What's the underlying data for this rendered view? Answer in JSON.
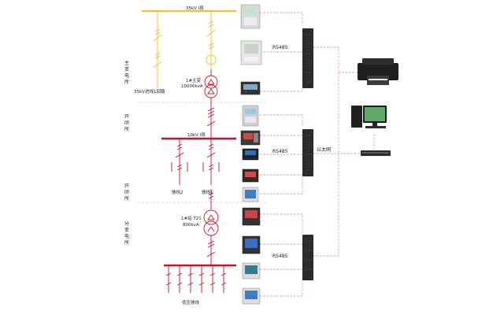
{
  "labels": {
    "bus_35kv": "35kV Ⅰ段",
    "incoming_line": "35kV进线1回路",
    "main_transformer": "1#主变",
    "main_transformer_rating": "10000kvA",
    "bus_10kv": "10kV Ⅰ段",
    "feeder_2": "馈线2",
    "feeder_1": "馈线1",
    "sub_transformer": "1#站 T21",
    "sub_transformer_rating": "800kvA",
    "low_voltage_feeder": "低压馈线",
    "rs485_top": "RS485",
    "rs485_middle": "RS485",
    "rs485_bottom": "RS485",
    "ethernet": "以太网"
  },
  "sections": {
    "main_substation": [
      "主",
      "变",
      "电",
      "所"
    ],
    "switching_station_top": [
      "开",
      "闭",
      "所"
    ],
    "switching_station_bottom": [
      "开",
      "闭",
      "所"
    ],
    "distribution_substation": [
      "分",
      "变",
      "电",
      "所"
    ]
  },
  "colors": {
    "hv_yellow": "#f2c13c",
    "bus_red": "#c8102e",
    "device_red": "#d4304a",
    "dashed_link": "#cf7b8c",
    "separator": "#bbbbbb",
    "gateway": "#2b2b2b"
  },
  "icons": {
    "printer": "printer-icon",
    "workstation": "computer-workstation-icon",
    "switch": "ethernet-switch-icon"
  }
}
